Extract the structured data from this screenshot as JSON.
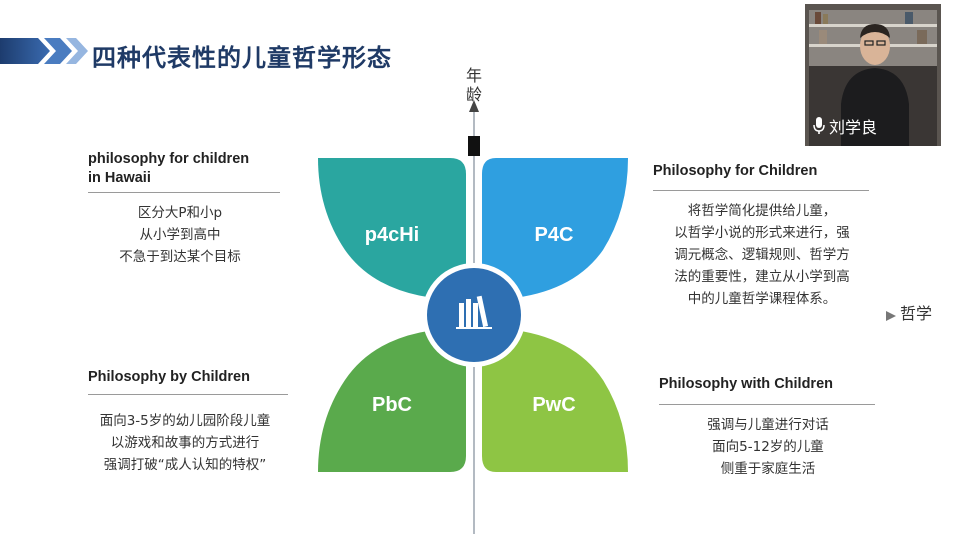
{
  "slide": {
    "title": "四种代表性的儿童哲学形态"
  },
  "axes": {
    "y_label": "年龄",
    "x_label": "哲学"
  },
  "petals": {
    "top_left": {
      "label": "p4cHi",
      "color": "#2aa6a0"
    },
    "top_right": {
      "label": "P4C",
      "color": "#2f9fe0"
    },
    "bottom_left": {
      "label": "PbC",
      "color": "#5aaa4c"
    },
    "bottom_right": {
      "label": "PwC",
      "color": "#8ec544"
    },
    "center_color": "#2e6fb2",
    "center_icon": "books-icon"
  },
  "quadrants": {
    "top_left": {
      "title_lines": [
        "philosophy for children",
        "in Hawaii"
      ],
      "body_lines": [
        "区分大P和小p",
        "从小学到高中",
        "不急于到达某个目标"
      ]
    },
    "top_right": {
      "title_lines": [
        "Philosophy for Children"
      ],
      "body_lines": [
        "将哲学简化提供给儿童，",
        "以哲学小说的形式来进行，强",
        "调元概念、逻辑规则、哲学方",
        "法的重要性，建立从小学到高",
        "中的儿童哲学课程体系。"
      ]
    },
    "bottom_left": {
      "title_lines": [
        "Philosophy by Children"
      ],
      "body_lines": [
        "面向3-5岁的幼儿园阶段儿童",
        "以游戏和故事的方式进行",
        "强调打破“成人认知的特权”"
      ]
    },
    "bottom_right": {
      "title_lines": [
        "Philosophy with Children"
      ],
      "body_lines": [
        "强调与儿童进行对话",
        "面向5-12岁的儿童",
        "侧重于家庭生活"
      ]
    }
  },
  "webcam": {
    "speaker_name": "刘学良",
    "mic_icon": "microphone-icon"
  }
}
